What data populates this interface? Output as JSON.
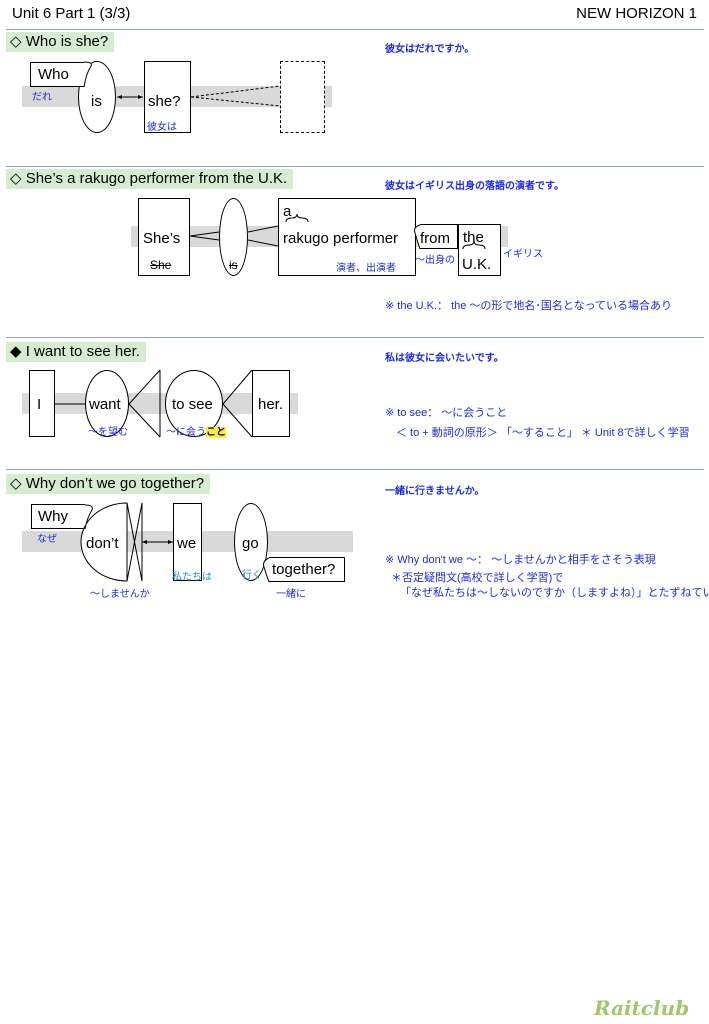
{
  "header": {
    "left": "Unit 6 Part 1 (3/3)",
    "right": "NEW HORIZON 1"
  },
  "sections": [
    {
      "title": "◇ Who is she?",
      "translation": "彼女はだれですか。",
      "words": {
        "who": "Who",
        "is": "is",
        "she": "she?"
      },
      "labels": {
        "dare": "だれ",
        "kanojo": "彼女は"
      }
    },
    {
      "title": "◇ She’s a rakugo performer from the U.K.",
      "translation": "彼女はイギリス出身の落語の演者です。",
      "words": {
        "shes": "She’s",
        "she": "She",
        "is": "is",
        "a": "a",
        "rakugo": "rakugo performer",
        "from": "from",
        "the": "the",
        "uk": "U.K."
      },
      "labels": {
        "enja": "演者、出演者",
        "shusshin": "〜出身の",
        "igirisu": "イギリス"
      },
      "note": "※ the U.K.：  the 〜の形で地名･国名となっている場合あり"
    },
    {
      "title": "◆ I want to see her.",
      "translation": "私は彼女に会いたいです。",
      "words": {
        "i": "I",
        "want": "want",
        "tosee": "to see",
        "her": "her."
      },
      "labels": {
        "nozomu": "〜を望む",
        "niau": "〜に会う",
        "koto": "こと"
      },
      "notes": [
        "※ to see：  〜に会うこと",
        "＜ to + 動詞の原形＞ 「〜すること」 ＊ Unit 8で詳しく学習"
      ]
    },
    {
      "title": "◇ Why don’t we go together?",
      "translation": "一緒に行きませんか。",
      "words": {
        "why": "Why",
        "dont": "don’t",
        "we": "we",
        "go": "go",
        "together": "together?"
      },
      "labels": {
        "naze": "なぜ",
        "shimasenka": "〜しませんか",
        "watashitachi": "私たちは",
        "iku": "行く",
        "issho": "一緒に"
      },
      "notes": [
        "※ Why don't we 〜：  〜しませんかと相手をさそう表現",
        "＊否定疑問文(高校で詳しく学習)で",
        "「なぜ私たちは〜しないのですか（しますよね）」とたずねている"
      ]
    }
  ],
  "footer": {
    "logo": "Raitclub"
  }
}
